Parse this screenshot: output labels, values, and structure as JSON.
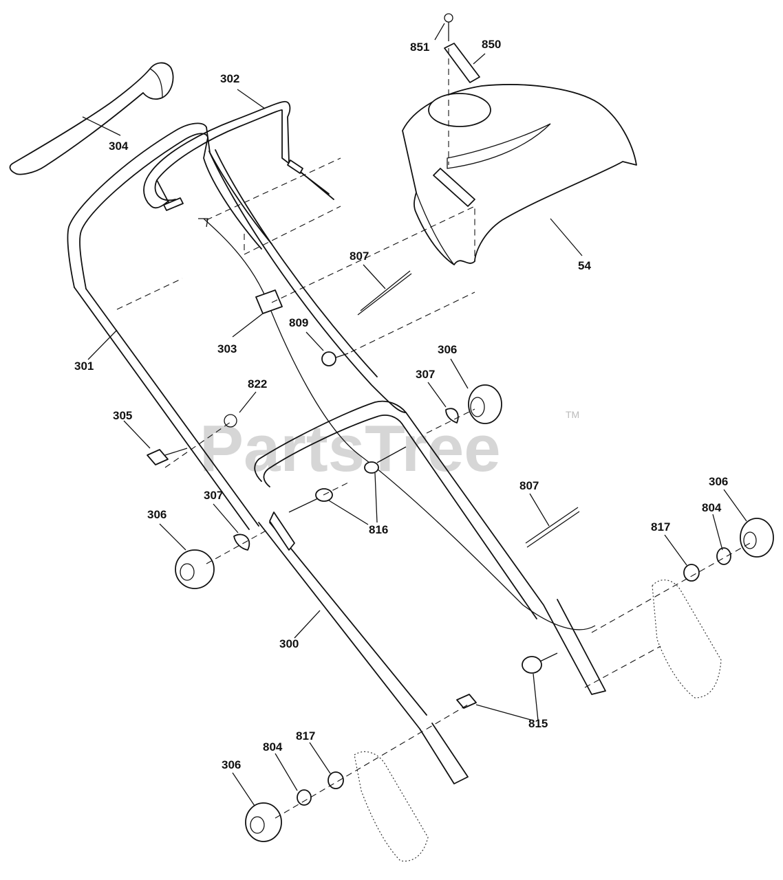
{
  "watermark": {
    "text": "PartsTree",
    "mark": "TM"
  },
  "parts": {
    "p851": "851",
    "p850": "850",
    "p302": "302",
    "p304": "304",
    "p54": "54",
    "p807a": "807",
    "p809": "809",
    "p303": "303",
    "p301": "301",
    "p306a": "306",
    "p307a": "307",
    "p822": "822",
    "p305": "305",
    "p306b": "306",
    "p307b": "307",
    "p816": "816",
    "p807b": "807",
    "p306c": "306",
    "p804a": "804",
    "p817a": "817",
    "p300": "300",
    "p815": "815",
    "p306d": "306",
    "p804b": "804",
    "p817b": "817"
  }
}
